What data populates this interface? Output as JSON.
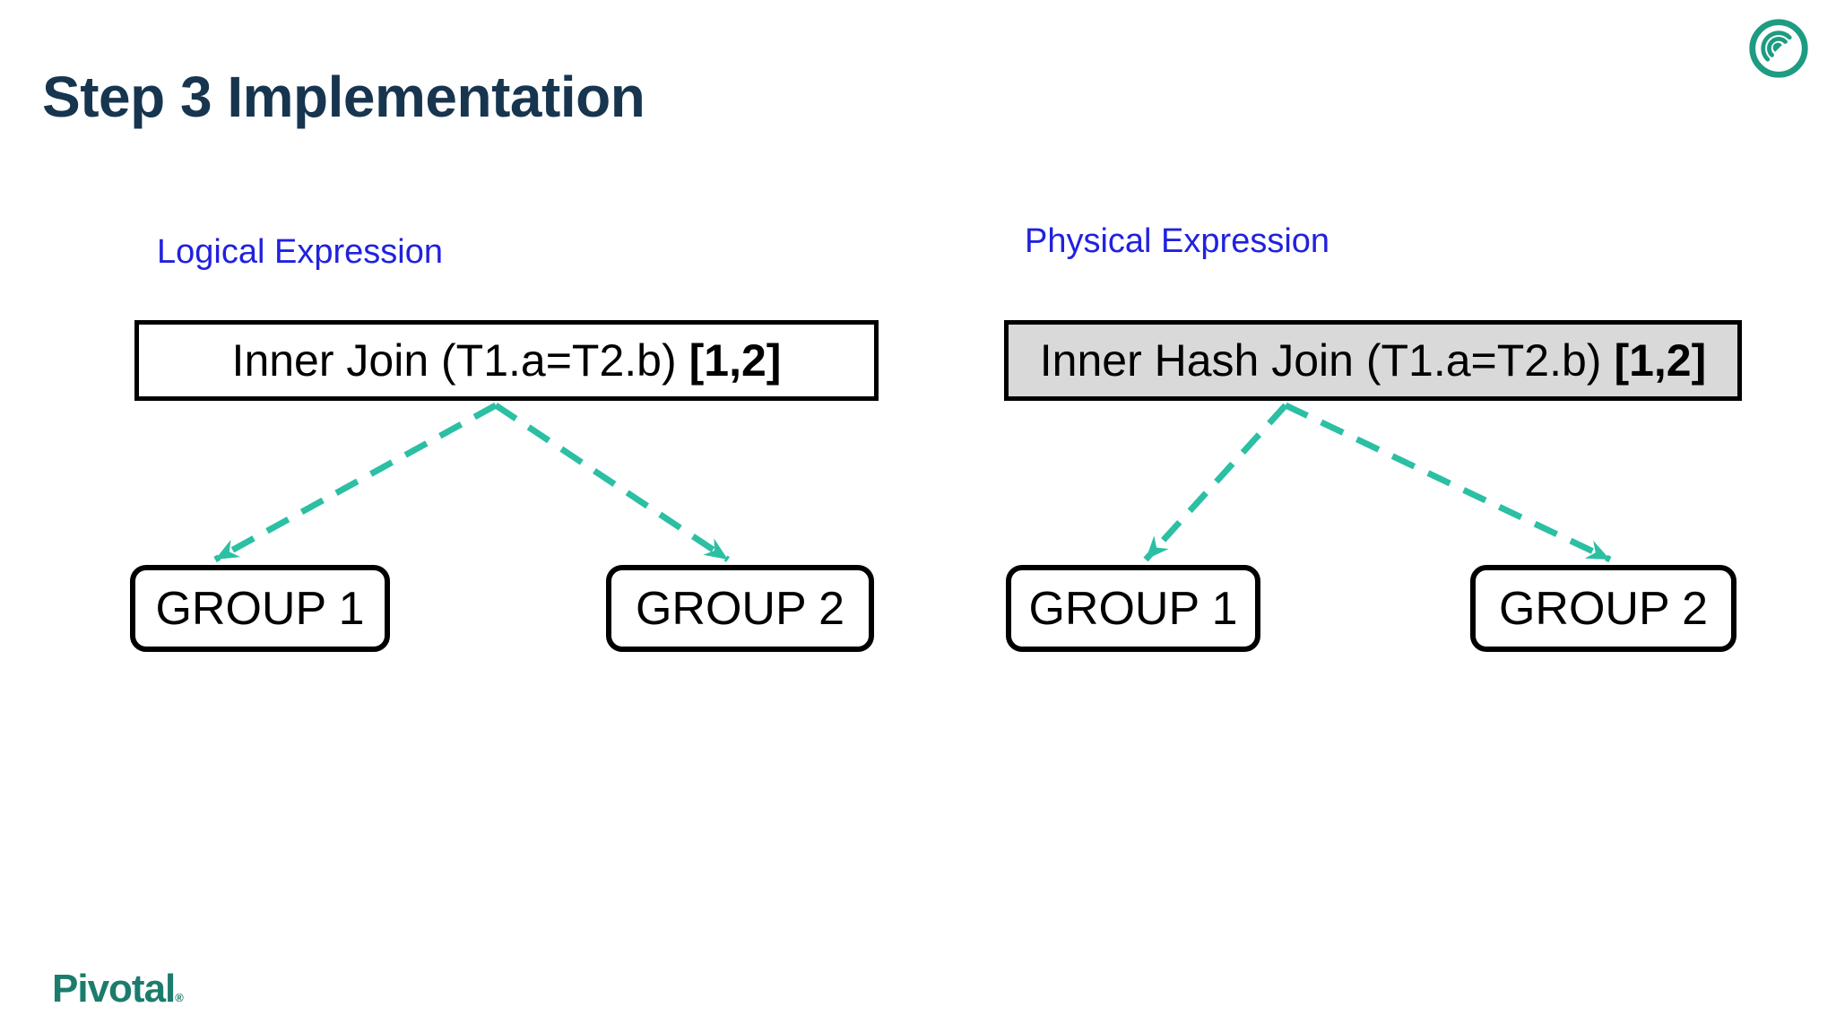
{
  "slide": {
    "title": "Step 3 Implementation"
  },
  "panels": [
    {
      "id": "logical",
      "label": "Logical Expression",
      "expression": {
        "text": "Inner Join (T1.a=T2.b)",
        "annotation": "[1,2]",
        "fill": "white"
      },
      "groups": [
        {
          "label": "GROUP 1"
        },
        {
          "label": "GROUP 2"
        }
      ]
    },
    {
      "id": "physical",
      "label": "Physical Expression",
      "expression": {
        "text": "Inner Hash Join (T1.a=T2.b)",
        "annotation": "[1,2]",
        "fill": "gray"
      },
      "groups": [
        {
          "label": "GROUP 1"
        },
        {
          "label": "GROUP 2"
        }
      ]
    }
  ],
  "brand": {
    "wordmark": "Pivotal",
    "registered": "®"
  },
  "icons": {
    "top_right": "greenplum-spiral-logo-icon"
  },
  "colors": {
    "title_navy": "#17354F",
    "label_blue": "#2121DF",
    "arrow_teal": "#2BBFA4",
    "brand_teal": "#1B7C6C",
    "logo_teal": "#1E9B82",
    "expression_gray_fill": "#D9D9D9",
    "box_border_black": "#000000",
    "background_white": "#FFFFFF"
  }
}
